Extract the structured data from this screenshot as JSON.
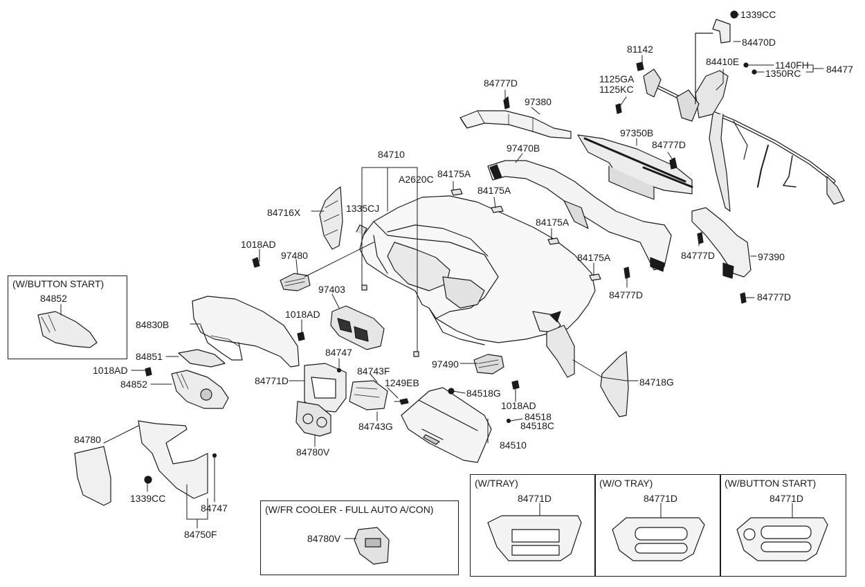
{
  "labels": {
    "p1339CC_top": "1339CC",
    "p84470D": "84470D",
    "p81142": "81142",
    "p84410E": "84410E",
    "p1140FH": "1140FH",
    "p1350RC": "1350RC",
    "p84477": "84477",
    "p1125GA": "1125GA",
    "p1125KC": "1125KC",
    "p84777D_a": "84777D",
    "p97380": "97380",
    "p97350B": "97350B",
    "p84777D_b": "84777D",
    "p97470B": "97470B",
    "p84710": "84710",
    "p84175A_a": "84175A",
    "pA2620C": "A2620C",
    "p84175A_b": "84175A",
    "p1335CJ": "1335CJ",
    "p84716X": "84716X",
    "p84175A_c": "84175A",
    "p84777D_c": "84777D",
    "p97390": "97390",
    "p1018AD_a": "1018AD",
    "p97480": "97480",
    "p84175A_d": "84175A",
    "p84777D_d": "84777D",
    "p84777D_e": "84777D",
    "p97403": "97403",
    "p1018AD_b": "1018AD",
    "p84852_a": "84852",
    "p84830B": "84830B",
    "p84851": "84851",
    "p1018AD_c": "1018AD",
    "p84852_b": "84852",
    "p84747_a": "84747",
    "p84743F": "84743F",
    "p97490": "97490",
    "p84718G": "84718G",
    "p84771D_main": "84771D",
    "p1249EB": "1249EB",
    "p84518G": "84518G",
    "p1018AD_d": "1018AD",
    "p84743G": "84743G",
    "p84518": "84518",
    "p84518C": "84518C",
    "p84780V_main": "84780V",
    "p84510": "84510",
    "p84780": "84780",
    "p1339CC_bot": "1339CC",
    "p84747_b": "84747",
    "p84750F": "84750F",
    "p84780V_box": "84780V",
    "p84771D_tray": "84771D",
    "p84771D_wotray": "84771D",
    "p84771D_btn": "84771D"
  },
  "boxes": {
    "button_start_left": "(W/BUTTON START)",
    "fr_cooler": "(W/FR COOLER - FULL AUTO A/CON)",
    "w_tray": "(W/TRAY)",
    "wo_tray": "(W/O TRAY)",
    "button_start_right": "(W/BUTTON START)"
  }
}
